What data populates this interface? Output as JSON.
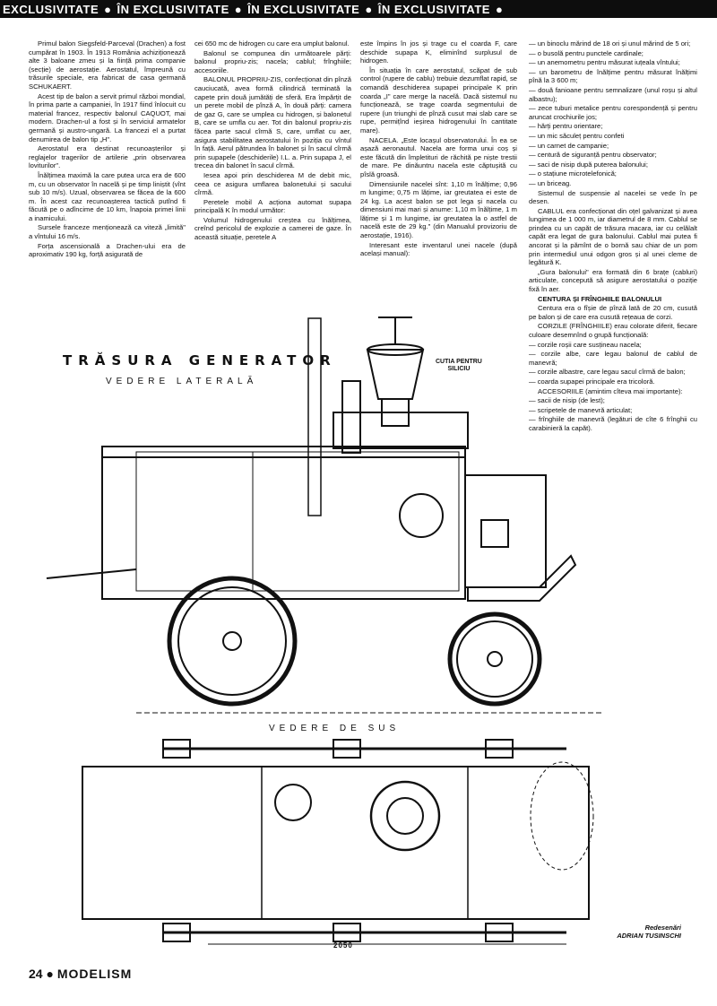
{
  "banner": [
    "EXCLUSIVITATE",
    "ÎN EXCLUSIVITATE",
    "ÎN EXCLUSIVITATE",
    "ÎN EXCLUSIVITATE"
  ],
  "col1": [
    "Primul balon Siegsfeld-Parceval (Drachen) a fost cumpărat în 1903. În 1913 România achiziționează alte 3 baloane zmeu și la ființă prima companie (secție) de aerostație. Aerostatul, împreună cu trăsurile speciale, era fabricat de casa germană SCHUKAERT.",
    "Acest tip de balon a servit primul război mondial, în prima parte a campaniei, în 1917 fiind înlocuit cu material francez, respectiv balonul CAQUOT, mai modern. Drachen-ul a fost și în serviciul armatelor germană și austro-ungară. La francezi el a purtat denumirea de balon tip „H\".",
    "Aerostatul era destinat recunoașterilor și reglajelor tragerilor de artilerie „prin observarea loviturilor\".",
    "Înălțimea maximă la care putea urca era de 600 m, cu un observator în nacelă și pe timp liniștit (vînt sub 10 m/s). Uzual, observarea se făcea de la 600 m. În acest caz recunoașterea tactică putînd fi făcută pe o adîncime de 10 km, înapoia primei linii a inamicului.",
    "Sursele franceze menționează ca viteză „limită\" a vîntului 16 m/s.",
    "Forța ascensională a Drachen-ului era de aproximativ 190 kg, forță asigurată de"
  ],
  "col2": [
    "cei 650 mc de hidrogen cu care era umplut balonul.",
    "Balonul se compunea din următoarele părți: balonul propriu-zis; nacela; cablul; frînghiile; accesoriile.",
    "BALONUL PROPRIU-ZIS, confecționat din pînză cauciucată, avea formă cilindrică terminată la capete prin două jumătăți de sferă. Era împărțit de un perete mobil de pînză A, în două părți: camera de gaz G, care se umplea cu hidrogen, și balonetul B, care se umfla cu aer. Tot din balonul propriu-zis făcea parte sacul cîrmă S, care, umflat cu aer, asigura stabilitatea aerostatului în poziția cu vîntul în față. Aerul pătrundea în balonet și în sacul cîrmă prin supapele (deschiderile) I.L. a. Prin supapa J, el trecea din balonet în sacul cîrmă.",
    "Iesea apoi prin deschiderea M de debit mic, ceea ce asigura umflarea balonetului și sacului cîrmă.",
    "Peretele mobil A acționa automat supapa principală K în modul următor:",
    "Volumul hidrogenului creștea cu înălțimea, creînd pericolul de explozie a camerei de gaze. În această situație, peretele A"
  ],
  "col3": [
    "este împins în jos și trage cu el coarda F, care deschide supapa K, eliminînd surplusul de hidrogen.",
    "În situația în care aerostatul, scăpat de sub control (rupere de cablu) trebuie dezumflat rapid, se comandă deschiderea supapei principale K prin coarda „I\" care merge la nacelă. Dacă sistemul nu funcționează, se trage coarda segmentului de rupere (un triunghi de pînză cusut mai slab care se rupe, permițînd ieșirea hidrogenului în cantitate mare).",
    "NACELA. „Este locașul observatorului. În ea se așază aeronautul. Nacela are forma unui coș și este făcută din împletituri de răchită pe niște trestii de mare. Pe dinăuntru nacela este căptușită cu pîslă groasă.",
    "Dimensiunile nacelei sînt: 1,10 m înălțime; 0,96 m lungime; 0,75 m lățime, iar greutatea ei este de 24 kg. La acest balon se pot lega și nacela cu dimensiuni mai mari și anume: 1,10 m înălțime, 1 m lățime și 1 m lungime, iar greutatea la o astfel de nacelă este de 29 kg.\" (din Manualul provizoriu de aerostație, 1916).",
    "Interesant este inventarul unei nacele (după același manual):"
  ],
  "right": [
    "— un binoclu mărind de 18 ori și unul mărind de 5 ori;",
    "— o busolă pentru punctele cardinale;",
    "— un anemometru pentru măsurat iuțeala vîntului;",
    "— un barometru de înălțime pentru măsurat înălțimi pînă la 3 600 m;",
    "— două fanioane pentru semnalizare (unul roșu și altul albastru);",
    "— zece tuburi metalice pentru corespondență și pentru aruncat crochiurile jos;",
    "— hărți pentru orientare;",
    "— un mic săculeț pentru confeti",
    "— un carnet de campanie;",
    "— centură de siguranță pentru observator;",
    "— saci de nisip după puterea balonului;",
    "— o stațiune microtelefonică;",
    "— un briceag.",
    "Sistemul de suspensie al nacelei se vede în pe desen.",
    "CABLUL era confecționat din oțel galvanizat și avea lungimea de 1 000 m, iar diametrul de 8 mm. Cablul se prindea cu un capăt de trăsura macara, iar cu celălalt capăt era legat de gura balonului. Cablul mai putea fi ancorat și la pămînt de o bornă sau chiar de un pom prin intermediul unui odgon gros și al unei cleme de legătură K.",
    "„Gura balonului\" era formată din 6 brațe (cabluri) articulate, concepută să asigure aerostatului o poziție fixă în aer.",
    "CENTURA ȘI FRÎNGHIILE BALONULUI",
    "Centura era o fîșie de pînză lată de 20 cm, cusută pe balon și de care era cusută rețeaua de corzi.",
    "CORZILE (FRÎNGHIILE) erau colorate diferit, fiecare culoare desemnînd o grupă funcțională:",
    "— corzile roșii care susțineau nacela;",
    "— corzile albe, care legau balonul de cablul de manevră;",
    "— corzile albastre, care legau sacul cîrmă de balon;",
    "— coarda supapei principale era tricoloră.",
    "ACCESORIILE (amintim cîteva mai importante):",
    "— sacii de nisip (de lest);",
    "— scripetele de manevră articulat;",
    "— frînghiile de manevră (legături de cîte 6 frînghii cu carabinieră la capăt)."
  ],
  "drawing": {
    "title": "TRĂSURA GENERATOR",
    "view_side": "VEDERE LATERALĂ",
    "view_top": "VEDERE DE SUS",
    "label_box": [
      "CUTIA PENTRU",
      "SILICIU"
    ],
    "dimension": "2050"
  },
  "credit": [
    "Redesenări",
    "ADRIAN TUSINSCHI"
  ],
  "footer": {
    "page": "24",
    "brand": "MODELISM"
  }
}
